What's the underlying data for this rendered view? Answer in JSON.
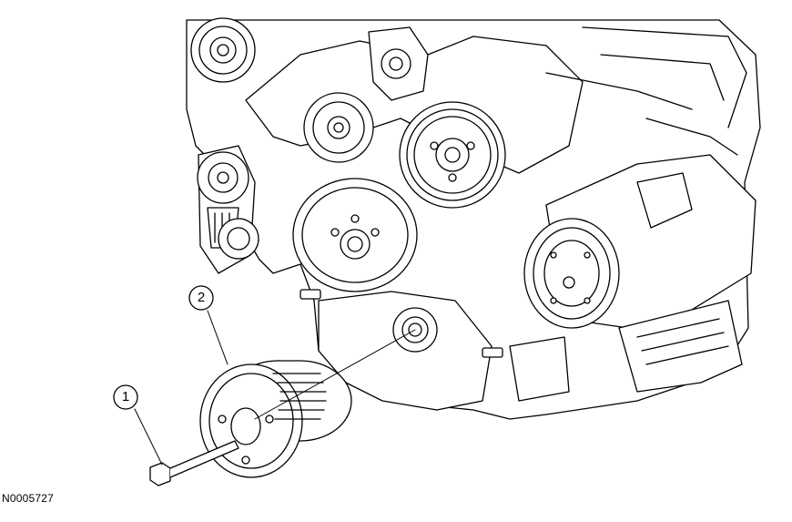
{
  "figure": {
    "id": "N0005727",
    "callouts": [
      {
        "number": "1",
        "part": "crankshaft-pulley-bolt"
      },
      {
        "number": "2",
        "part": "crankshaft-pulley"
      }
    ]
  }
}
